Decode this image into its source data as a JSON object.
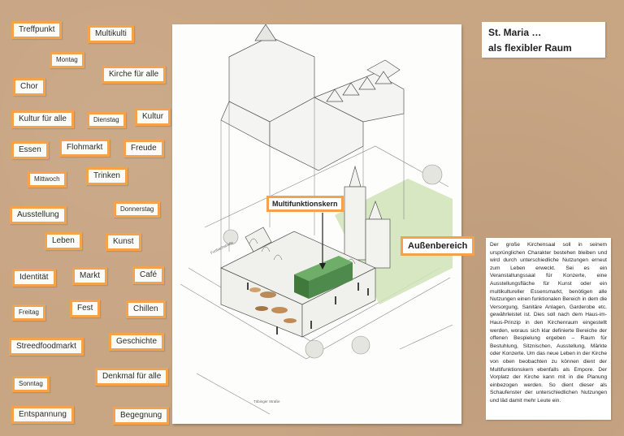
{
  "board_tags": [
    {
      "label": "Treffpunkt"
    },
    {
      "label": "Multikulti"
    },
    {
      "label": "Montag"
    },
    {
      "label": "Kirche für alle"
    },
    {
      "label": "Chor"
    },
    {
      "label": "Kultur für alle"
    },
    {
      "label": "Dienstag"
    },
    {
      "label": "Kultur"
    },
    {
      "label": "Essen"
    },
    {
      "label": "Flohmarkt"
    },
    {
      "label": "Freude"
    },
    {
      "label": "Mittwoch"
    },
    {
      "label": "Trinken"
    },
    {
      "label": "Ausstellung"
    },
    {
      "label": "Donnerstag"
    },
    {
      "label": "Leben"
    },
    {
      "label": "Kunst"
    },
    {
      "label": "Identität"
    },
    {
      "label": "Markt"
    },
    {
      "label": "Café"
    },
    {
      "label": "Freitag"
    },
    {
      "label": "Fest"
    },
    {
      "label": "Chillen"
    },
    {
      "label": "Streedfoodmarkt"
    },
    {
      "label": "Geschichte"
    },
    {
      "label": "Sonntag"
    },
    {
      "label": "Denkmal für alle"
    },
    {
      "label": "Entspannung"
    },
    {
      "label": "Begegnung"
    }
  ],
  "title": {
    "line1": "St. Maria …",
    "line2": "als flexibler Raum"
  },
  "callouts": {
    "core": "Multifunktionskern",
    "outdoor": "Außenbereich"
  },
  "street_labels": {
    "street1": "Furtbachstraße",
    "street2": "Tübinger Straße"
  },
  "description": "Der große Kirchensaal soll in seinem ursprünglichen Charakter bestehen bleiben und wird durch unterschiedliche Nutzungen erneut zum Leben erweckt. Sei es ein Veranstaltungssaal für Konzerte, eine Ausstellungsfläche für Kunst oder ein multikultureller Essensmarkt, benötigen alle Nutzungen einen funktionalen Bereich in dem die Versorgung, Sanitäre Anlagen, Garderobe etc. gewährleistet ist. Dies soll nach dem Haus-im-Haus-Prinzip in den Kirchenraum eingestellt werden, woraus sich klar definierte Bereiche der offenen Bespielung ergeben – Raum für Bestuhlung, Sitznischen, Ausstellung, Märkte oder Konzerte. Um das neue Leben in der Kirche von oben beobachten zu können dient der Multifunktionskern ebenfalls als Empore. Der Vorplatz der Kirche kann mit in die Planung einbezogen werden. So dient dieser als Schaufenster der unterschiedlichen Nutzungen und läd damit mehr Leute ein.",
  "colors": {
    "accent_orange": "#f4a24c",
    "core_green": "#4e8a4c",
    "lawn_green": "#cfe3b6",
    "board": "#c8a583"
  }
}
